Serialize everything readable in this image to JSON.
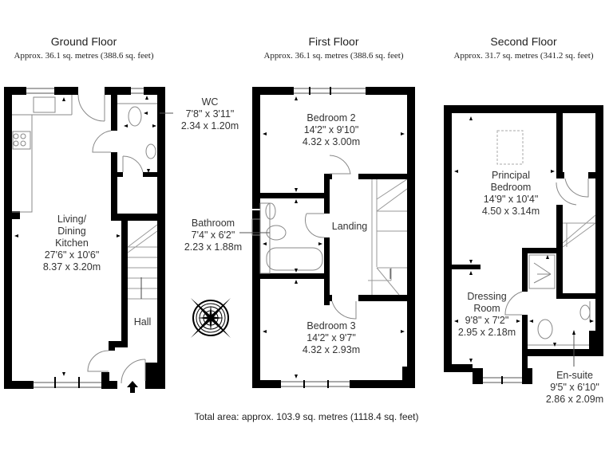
{
  "floors": [
    {
      "name": "Ground Floor",
      "area": "Approx. 36.1 sq. metres (388.6 sq. feet)",
      "rooms": [
        {
          "name_lines": [
            "Living/",
            "Dining",
            "Kitchen"
          ],
          "imperial": "27'6\" x 10'6\"",
          "metric": "8.37 x 3.20m"
        },
        {
          "name_lines": [
            "WC"
          ],
          "imperial": "7'8\" x 3'11\"",
          "metric": "2.34 x 1.20m"
        },
        {
          "name_lines": [
            "Hall"
          ],
          "imperial": "",
          "metric": ""
        }
      ]
    },
    {
      "name": "First Floor",
      "area": "Approx. 36.1 sq. metres (388.6 sq. feet)",
      "rooms": [
        {
          "name_lines": [
            "Bedroom 2"
          ],
          "imperial": "14'2\" x 9'10\"",
          "metric": "4.32 x 3.00m"
        },
        {
          "name_lines": [
            "Bathroom"
          ],
          "imperial": "7'4\" x 6'2\"",
          "metric": "2.23 x 1.88m"
        },
        {
          "name_lines": [
            "Landing"
          ],
          "imperial": "",
          "metric": ""
        },
        {
          "name_lines": [
            "Bedroom 3"
          ],
          "imperial": "14'2\" x 9'7\"",
          "metric": "4.32 x 2.93m"
        }
      ]
    },
    {
      "name": "Second Floor",
      "area": "Approx. 31.7 sq. metres (341.2 sq. feet)",
      "rooms": [
        {
          "name_lines": [
            "Principal",
            "Bedroom"
          ],
          "imperial": "14'9\" x 10'4\"",
          "metric": "4.50 x 3.14m"
        },
        {
          "name_lines": [
            "Dressing",
            "Room"
          ],
          "imperial": "9'8\" x 7'2\"",
          "metric": "2.95 x 2.18m"
        },
        {
          "name_lines": [
            "En-suite"
          ],
          "imperial": "9'5\" x 6'10\"",
          "metric": "2.86 x 2.09m"
        }
      ]
    }
  ],
  "total_area": "Total area: approx. 103.9 sq. metres (1118.4 sq. feet)",
  "icons": {
    "compass": "compass-rose-icon",
    "entrance": "entrance-arrow-icon"
  },
  "colors": {
    "wall": "#000000",
    "fixture": "#888888",
    "text": "#222222",
    "background": "#ffffff"
  }
}
